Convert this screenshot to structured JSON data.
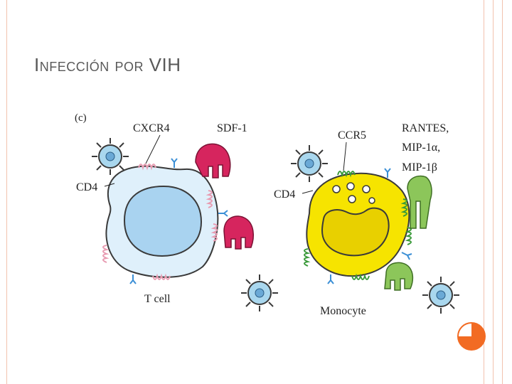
{
  "slide": {
    "title": "Infección por VIH"
  },
  "diagram": {
    "panel_label": "(c)",
    "labels": {
      "cxcr4": "CXCR4",
      "sdf1": "SDF-1",
      "cd4_left": "CD4",
      "t_cell": "T cell",
      "ccr5": "CCR5",
      "rantes": "RANTES,",
      "mip1a": "MIP-1α,",
      "mip1b": "MIP-1β",
      "cd4_right": "CD4",
      "monocyte": "Monocyte"
    }
  },
  "colors": {
    "t_cell_membrane": "#dff0fb",
    "t_cell_nucleus": "#a9d3f0",
    "monocyte_body": "#f6e400",
    "monocyte_nucleus": "#e8d000",
    "sdf1": "#d6255e",
    "rantes_mip": "#8cc65a",
    "cxcr4_receptor": "#f2a9bb",
    "ccr5_receptor": "#3a9a3a",
    "cd4_receptor": "#3b8fd6",
    "virus": "#a9d7ee",
    "accent_orange": "#f26b23"
  }
}
